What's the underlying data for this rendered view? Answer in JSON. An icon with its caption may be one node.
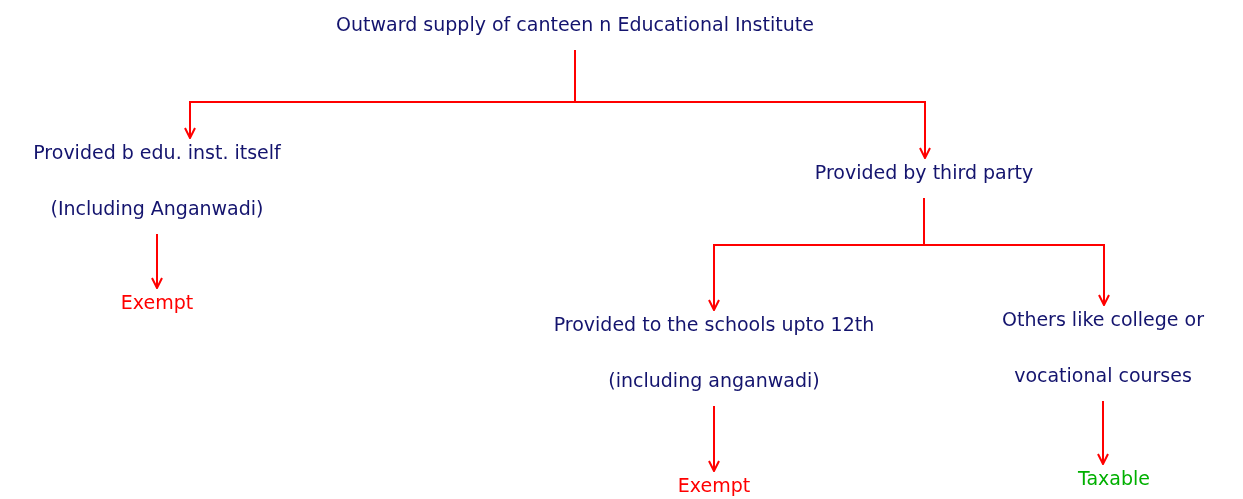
{
  "diagram": {
    "nodes": [
      {
        "text": [
          "Outward supply of canteen n Educational Institute"
        ]
      },
      {
        "text": [
          "Provided b edu. inst. itself",
          "(Including Anganwadi)"
        ]
      },
      {
        "text": [
          "Provided by third party"
        ]
      },
      {
        "text": [
          "Exempt"
        ]
      },
      {
        "text": [
          "Provided to the schools upto 12th",
          "(including anganwadi)"
        ]
      },
      {
        "text": [
          "Others like college or",
          "vocational courses"
        ]
      },
      {
        "text": [
          "Exempt"
        ]
      },
      {
        "text": [
          "Taxable"
        ]
      }
    ],
    "edges": [
      {
        "from": 0,
        "to": 1,
        "arrow": "to",
        "color": "#ff0000"
      },
      {
        "from": 0,
        "to": 2,
        "arrow": "to",
        "color": "#ff0000"
      },
      {
        "from": 1,
        "to": 3,
        "arrow": "to",
        "color": "#ff0000"
      },
      {
        "from": 2,
        "to": 4,
        "arrow": "to",
        "color": "#ff0000"
      },
      {
        "from": 2,
        "to": 5,
        "arrow": "to",
        "color": "#ff0000"
      },
      {
        "from": 4,
        "to": 6,
        "arrow": "to",
        "color": "#ff0000"
      },
      {
        "from": 5,
        "to": 7,
        "arrow": "to",
        "color": "#ff0000"
      }
    ]
  }
}
